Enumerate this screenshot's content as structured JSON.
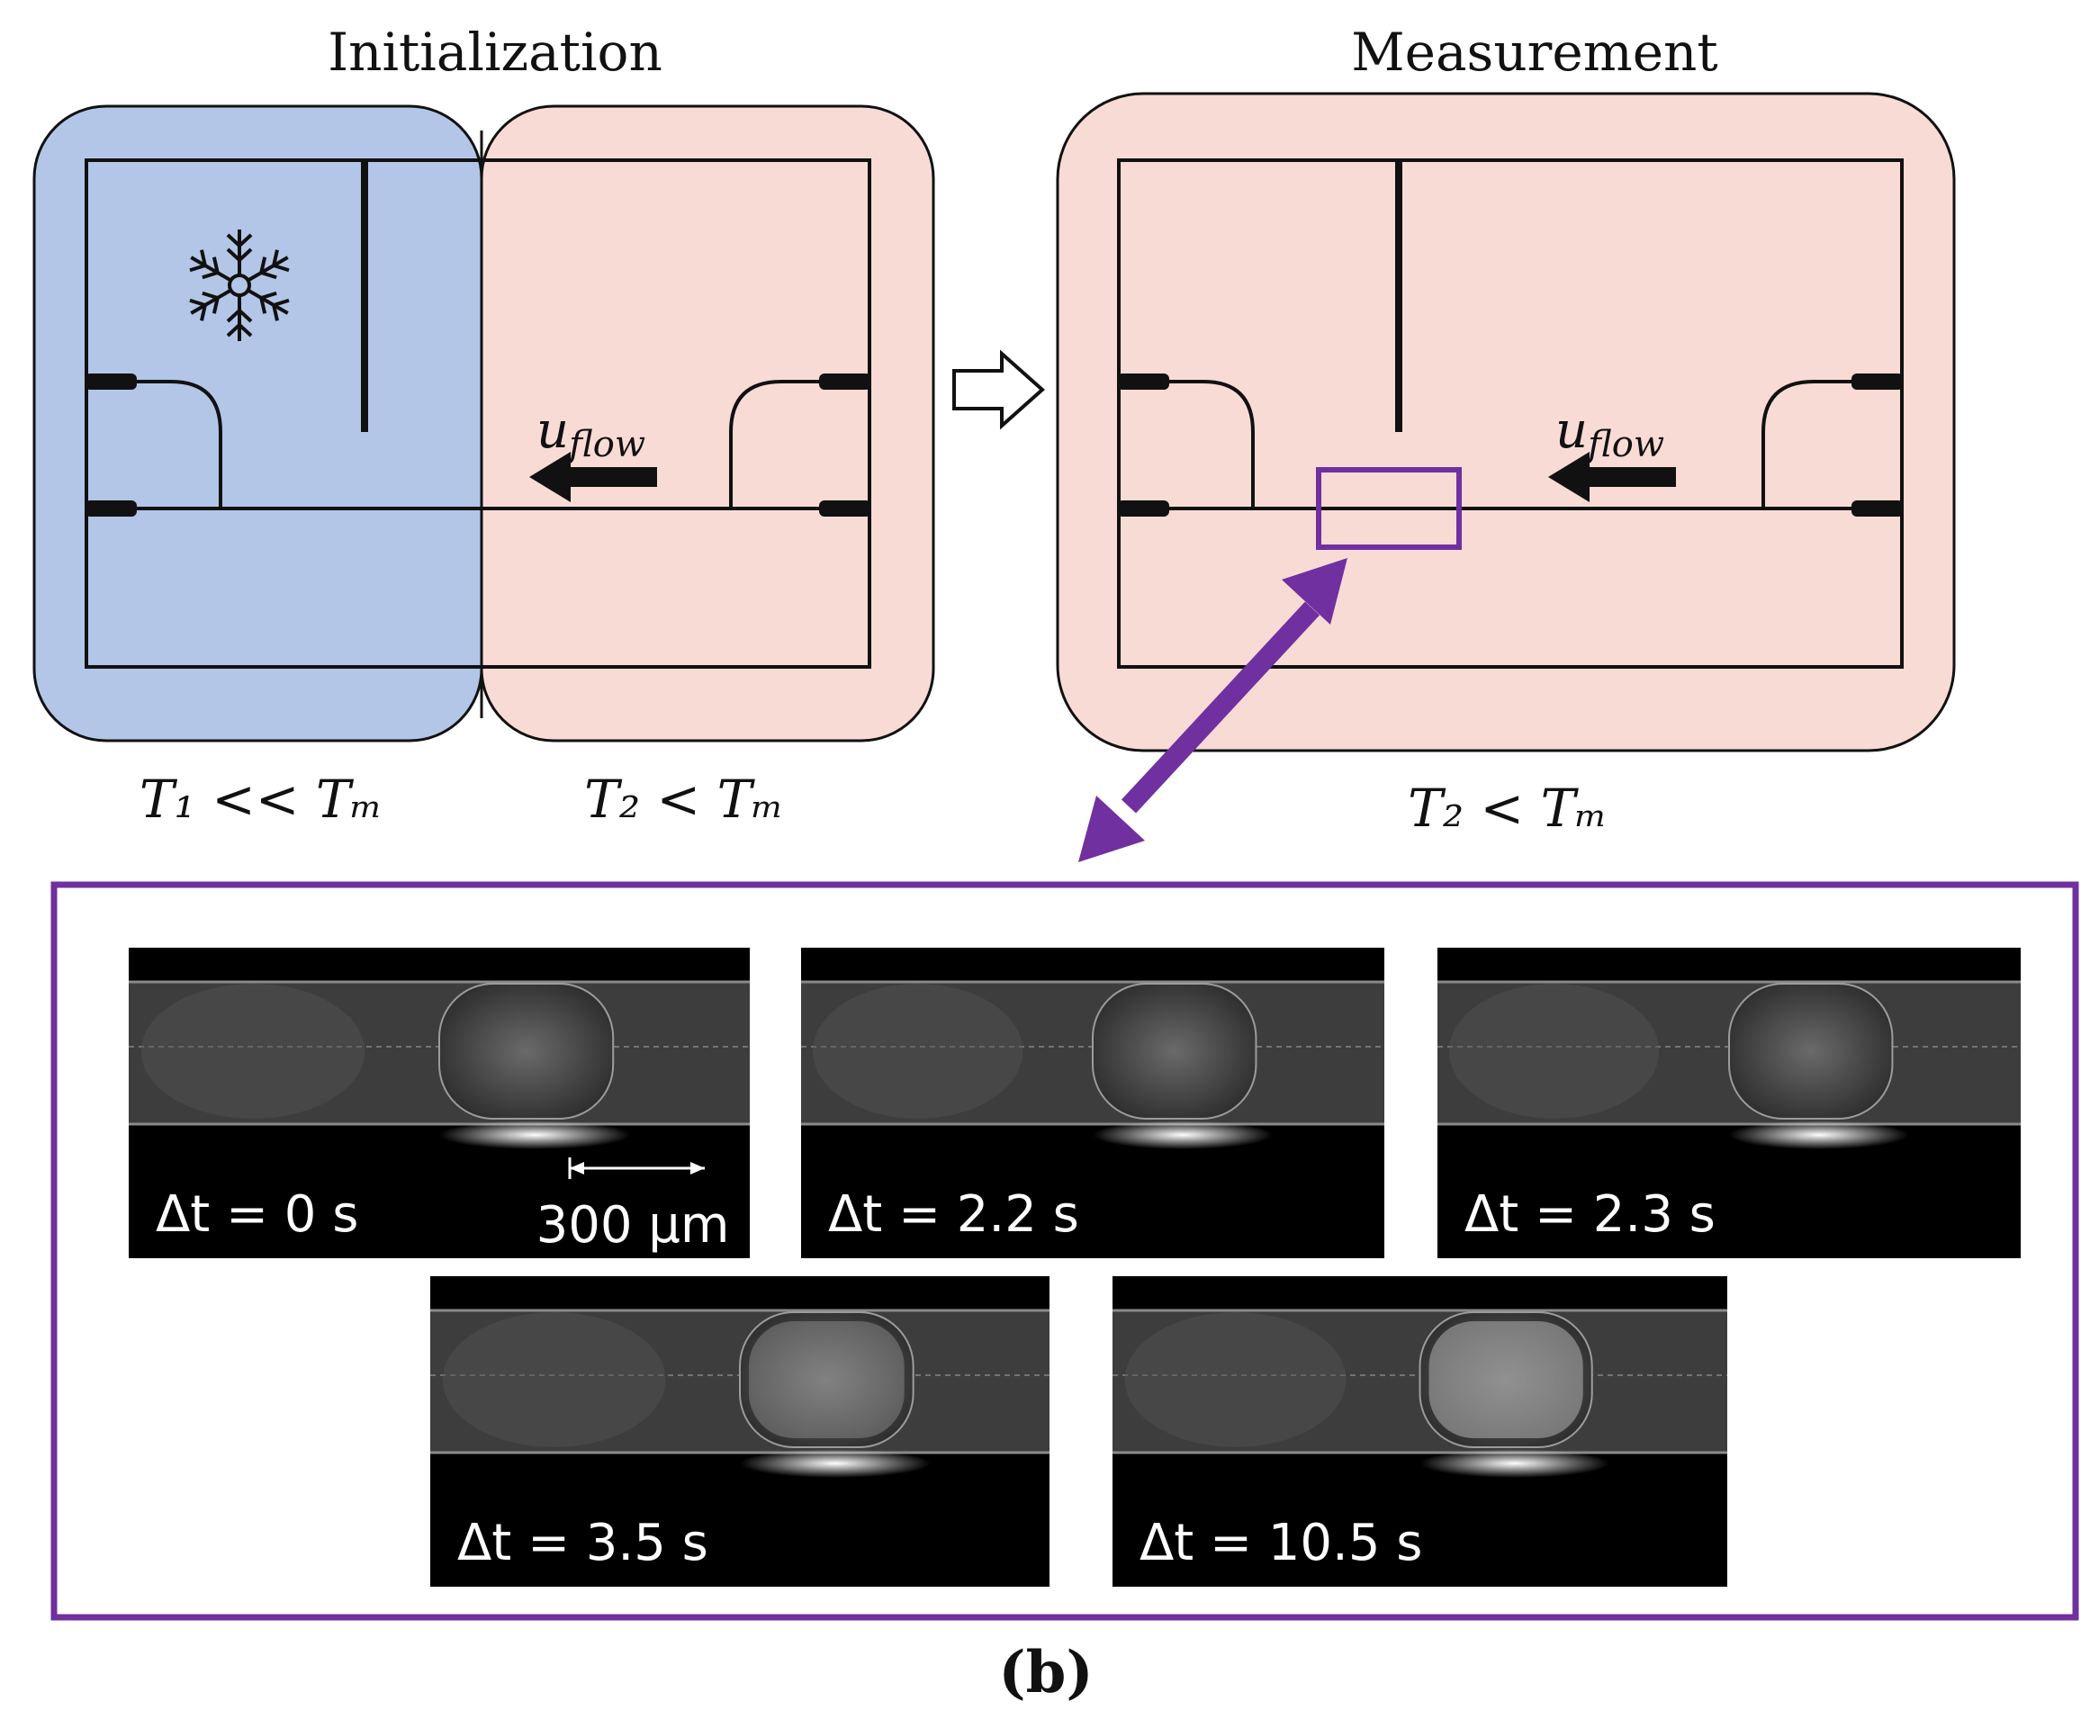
{
  "panels": {
    "initialization": {
      "title": "Initialization",
      "cold_label": "T₁ << Tₘ",
      "warm_label": "T₂ < Tₘ",
      "flow_label": "u",
      "flow_subscript": "flow"
    },
    "measurement": {
      "title": "Measurement",
      "temp_label": "T₂ < Tₘ",
      "flow_label": "u",
      "flow_subscript": "flow"
    }
  },
  "icons": {
    "cold": "snowflake-icon",
    "transition": "hollow-right-arrow-icon",
    "zoom": "double-headed-arrow-icon",
    "flow": "left-arrow-icon"
  },
  "colors": {
    "cold_zone": "#b3c6e7",
    "warm_zone": "#f9dbd5",
    "highlight": "#7030a0",
    "frame_bg": "#000000"
  },
  "frames": [
    {
      "label": "Δt = 0 s",
      "scale_bar": "300 μm"
    },
    {
      "label": "Δt = 2.2 s"
    },
    {
      "label": "Δt = 2.3 s"
    },
    {
      "label": "Δt = 3.5 s"
    },
    {
      "label": "Δt = 10.5 s"
    }
  ],
  "caption": "(b)"
}
